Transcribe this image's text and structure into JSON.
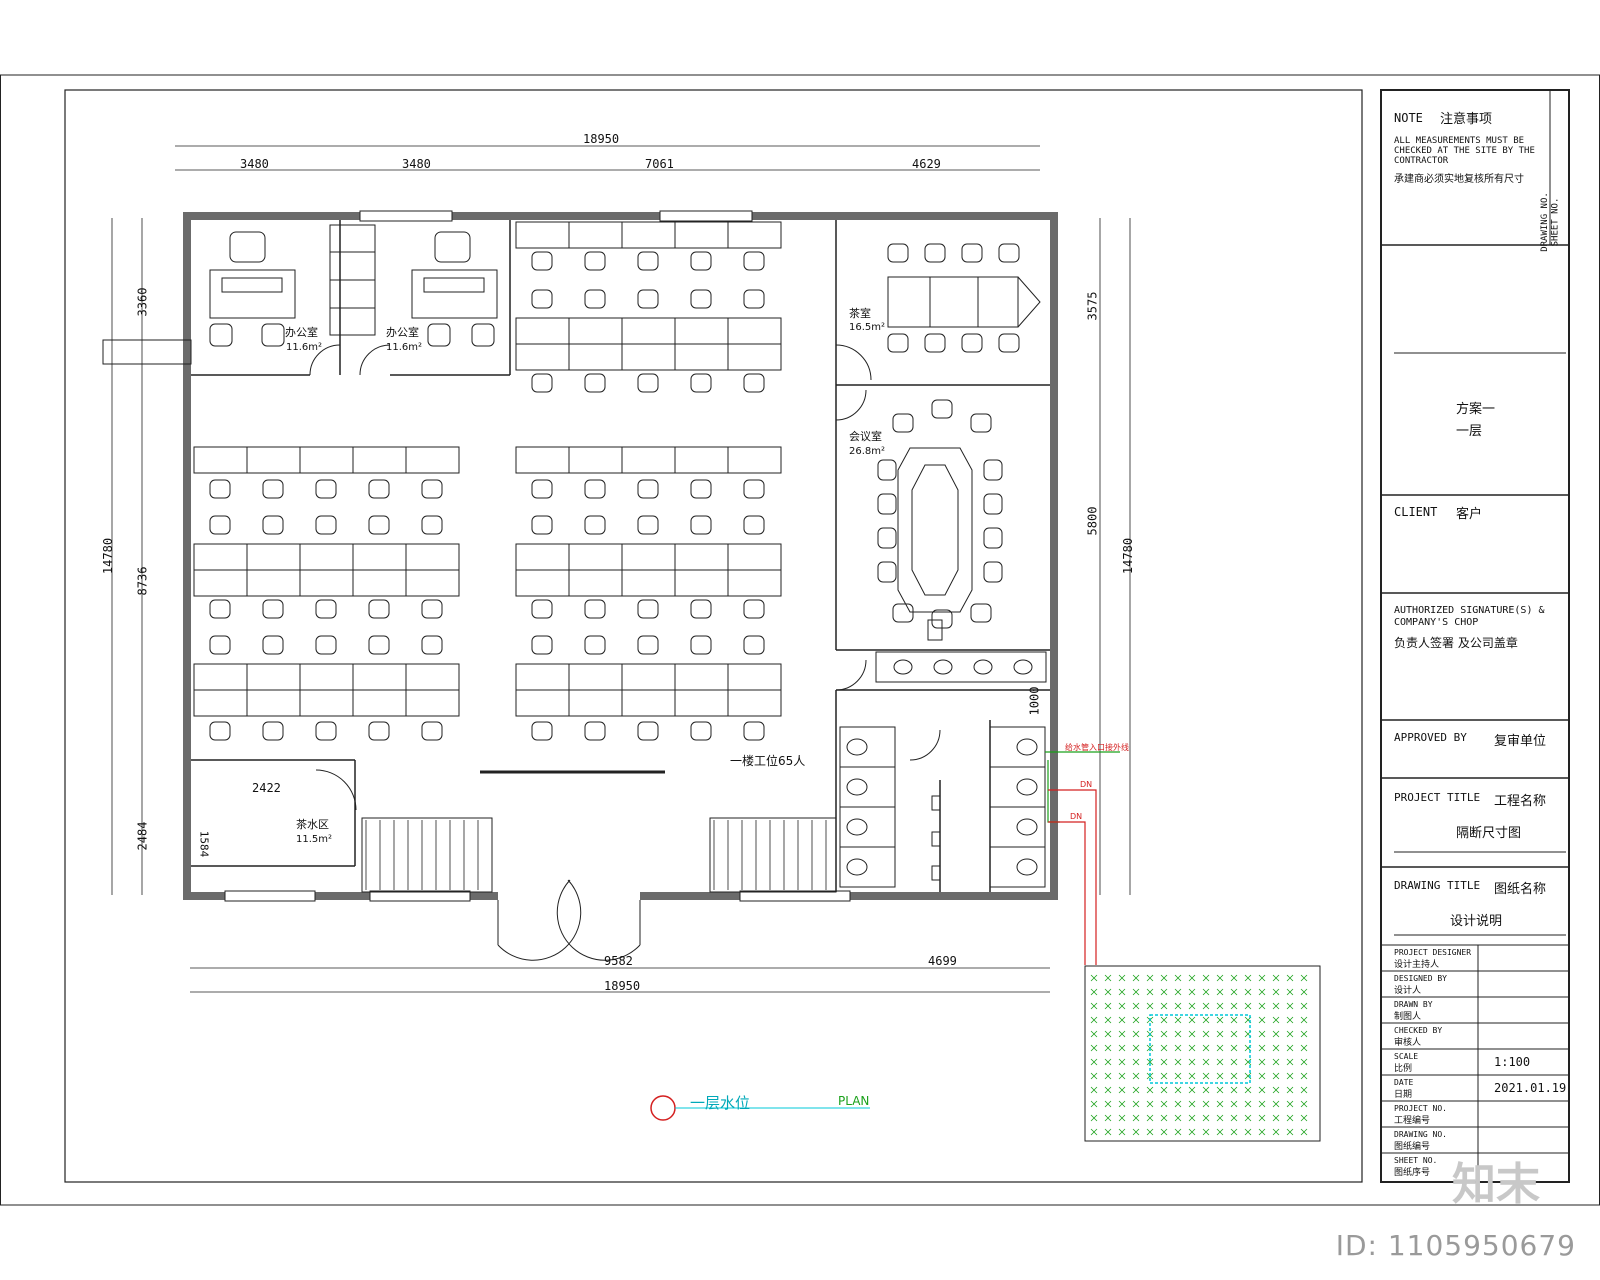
{
  "dimensions": {
    "top_total": "18950",
    "top_segments": [
      "3480",
      "3480",
      "7061",
      "4629"
    ],
    "bottom_segments": [
      "9582",
      "4699"
    ],
    "bottom_total": "18950",
    "left_total": "14780",
    "left_segments": [
      "3360",
      "8736",
      "2484"
    ],
    "right_total": "14780",
    "right_segments": [
      "3575",
      "5800",
      "1000"
    ],
    "pantry_width": "2422",
    "pantry_depth": "1584"
  },
  "rooms": {
    "office_left": {
      "name": "办公室",
      "area": "11.6m²"
    },
    "office_right": {
      "name": "办公室",
      "area": "11.6m²"
    },
    "tea_room": {
      "name": "茶室",
      "area": "16.5m²"
    },
    "meeting_room": {
      "name": "会议室",
      "area": "26.8m²"
    },
    "pantry": {
      "name": "茶水区",
      "area": "11.5m²"
    },
    "workstation_note": "一楼工位65人"
  },
  "pipe_labels": [
    "给水管入口接外线",
    "DN",
    "DN"
  ],
  "plan_caption": {
    "title": "一层水位",
    "subtitle": "PLAN"
  },
  "title_block": {
    "note_title": "NOTE",
    "note_title_cn": "注意事项",
    "note_text": "ALL MEASUREMENTS MUST BE\nCHECKED AT THE SITE BY THE\nCONTRACTOR",
    "note_text_cn": "承建商必须实地复核所有尺寸",
    "drawing_no_label": "DRAWING NO.",
    "sheet_no_label": "SHEET NO.",
    "scheme": "方案一",
    "floor": "一层",
    "client_label": "CLIENT",
    "client_label_cn": "客户",
    "author_label": "AUTHORIZED SIGNATURE(S) &\nCOMPANY'S CHOP",
    "author_label_cn": "负责人签署 及公司盖章",
    "approved_label": "APPROVED BY",
    "approved_label_cn": "复审单位",
    "project_title_label": "PROJECT TITLE",
    "project_title_label_cn": "工程名称",
    "project_title_value": "隔断尺寸图",
    "drawing_title_label": "DRAWING TITLE",
    "drawing_title_label_cn": "图纸名称",
    "drawing_title_value": "设计说明",
    "rows": [
      {
        "en": "PROJECT DESIGNER",
        "cn": "设计主持人",
        "value": ""
      },
      {
        "en": "DESIGNED BY",
        "cn": "设计人",
        "value": ""
      },
      {
        "en": "DRAWN BY",
        "cn": "制图人",
        "value": ""
      },
      {
        "en": "CHECKED BY",
        "cn": "审核人",
        "value": ""
      },
      {
        "en": "SCALE",
        "cn": "比例",
        "value": "1:100"
      },
      {
        "en": "DATE",
        "cn": "日期",
        "value": "2021.01.19"
      },
      {
        "en": "PROJECT NO.",
        "cn": "工程编号",
        "value": ""
      },
      {
        "en": "DRAWING NO.",
        "cn": "图纸编号",
        "value": ""
      },
      {
        "en": "SHEET NO.",
        "cn": "图纸序号",
        "value": ""
      }
    ]
  },
  "watermark": {
    "logo": "知末",
    "id": "ID: 1105950679"
  },
  "colors": {
    "wall": "#6b6b6b",
    "line": "#222222",
    "pipe_red": "#d42020",
    "pipe_green": "#1aa11a",
    "cyan": "#00c8d8"
  }
}
